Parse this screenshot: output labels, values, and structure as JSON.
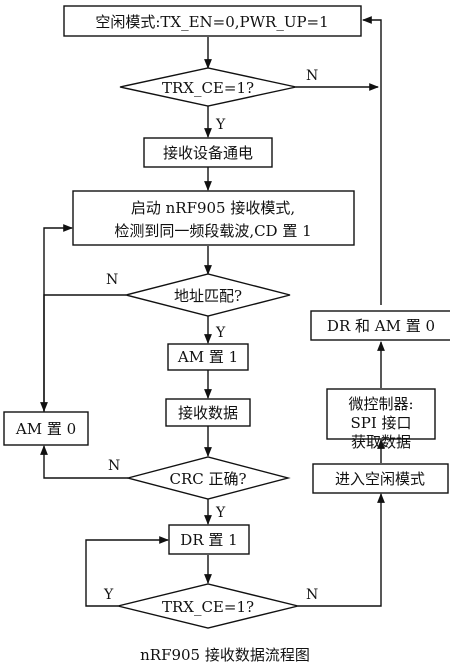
{
  "colors": {
    "stroke": "#111111",
    "background": "#ffffff"
  },
  "nodes": {
    "idle_mode": "空闲模式:TX_EN=0,PWR_UP=1",
    "trx_ce_check_top": "TRX_CE=1?",
    "power_up": "接收设备通电",
    "start_rx_line1": "启动 nRF905 接收模式,",
    "start_rx_line2": "检测到同一频段载波,CD 置 1",
    "addr_match": "地址匹配?",
    "am_set_1": "AM 置 1",
    "receive_data": "接收数据",
    "am_set_0": "AM 置 0",
    "crc_check": "CRC 正确?",
    "dr_set_1": "DR 置 1",
    "trx_ce_check_bottom": "TRX_CE=1?",
    "dr_am_set_0": "DR 和 AM 置 0",
    "mcu_line1": "微控制器:",
    "mcu_line2": "SPI 接口",
    "mcu_line3": "获取数据",
    "enter_idle": "进入空闲模式"
  },
  "edge_labels": {
    "top_check_no": "N",
    "top_check_yes": "Y",
    "addr_no": "N",
    "addr_yes": "Y",
    "crc_no": "N",
    "crc_yes": "Y",
    "bottom_check_yes": "Y",
    "bottom_check_no": "N"
  },
  "caption": "nRF905 接收数据流程图"
}
